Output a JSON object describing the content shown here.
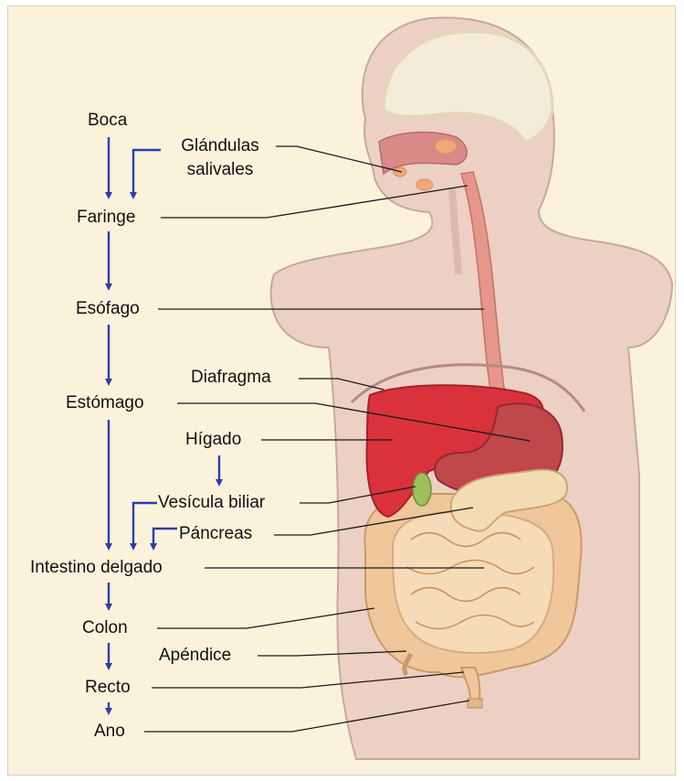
{
  "labels": {
    "boca": "Boca",
    "glandulas": "Glándulas",
    "salivales": "salivales",
    "faringe": "Faringe",
    "esofago": "Esófago",
    "diafragma": "Diafragma",
    "estomago": "Estómago",
    "higado": "Hígado",
    "vesicula": "Vesícula biliar",
    "pancreas": "Páncreas",
    "intestino": "Intestino delgado",
    "colon": "Colon",
    "apendice": "Apéndice",
    "recto": "Recto",
    "ano": "Ano"
  },
  "colors": {
    "background": "#fbf2dc",
    "body": "#ecd0c4",
    "arrow": "#2a3fa8",
    "liver": "#d9323c",
    "stomach": "#c0474a",
    "intestine": "#f2cfa2",
    "leader": "#1a1a1a"
  }
}
